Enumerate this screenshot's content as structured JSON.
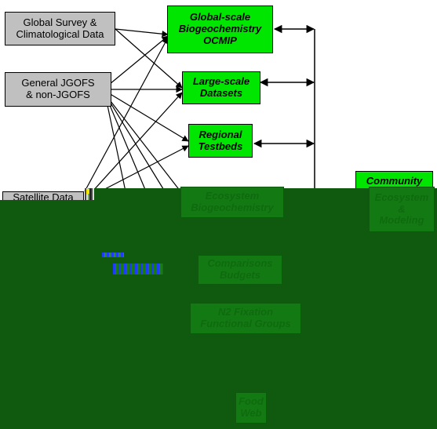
{
  "sources": {
    "global_survey": "Global Survey &\nClimatological Data",
    "general_jgofs": "General JGOFS\n& non-JGOFS",
    "satellite": "Satellite Data"
  },
  "targets": {
    "global_scale": "Global-scale\nBiogeochemistry\nOCMIP",
    "large_scale": "Large-scale\nDatasets",
    "regional": "Regional\nTestbeds",
    "community": "Community"
  },
  "obscured": {
    "ecosystem": "Ecosystem\nBiogeochemistry",
    "community_sub": "Ecosystem\n&\nModeling",
    "export": "Comparisons\nBudgets",
    "functional": "N2 Fixation\nFunctional Groups",
    "final": "Food\nWeb"
  },
  "colors": {
    "gray_box": "#c0c0c0",
    "green_box": "#00e600",
    "overlay": "#0f5a0f"
  }
}
